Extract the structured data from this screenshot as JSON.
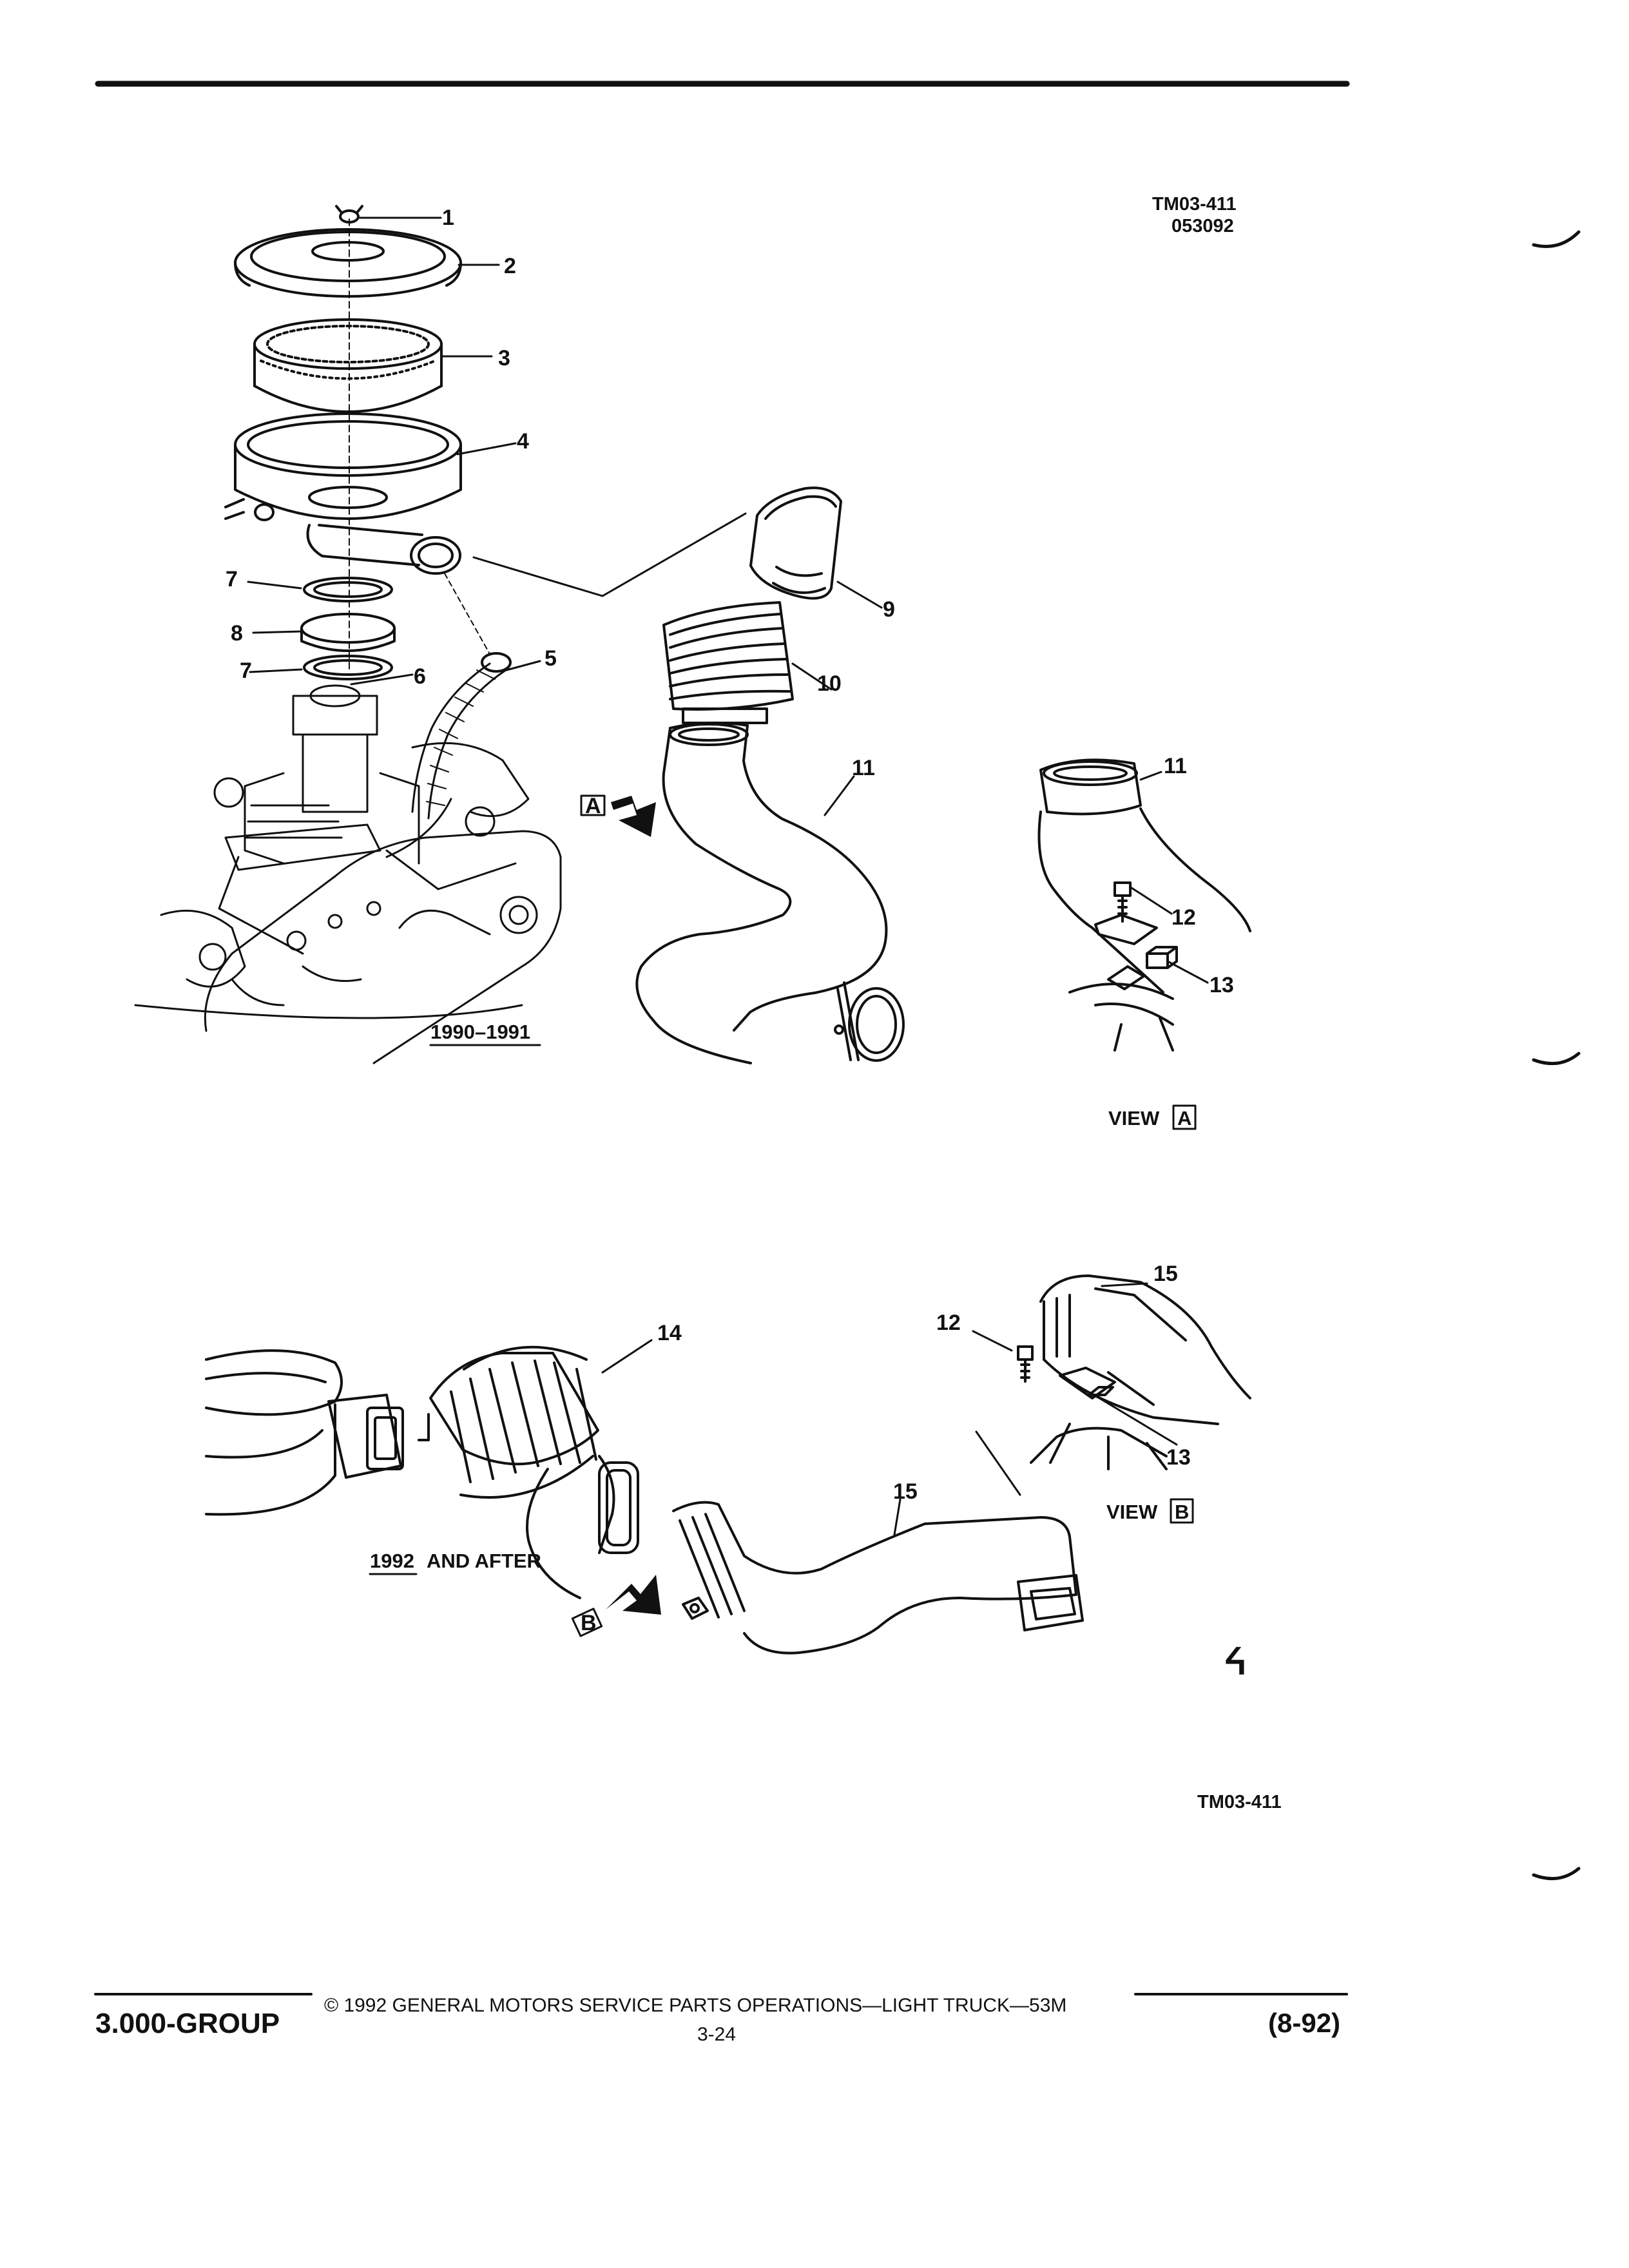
{
  "reference": {
    "top_code": "TM03-411",
    "top_date": "053092",
    "bottom_code": "TM03-411"
  },
  "captions": {
    "upper_years": "1990–1991",
    "lower_year": "1992",
    "lower_suffix": "AND AFTER",
    "view_word": "VIEW",
    "view_a": "A",
    "view_b": "B",
    "arrow_a": "A",
    "arrow_b": "B"
  },
  "callouts": [
    "1",
    "2",
    "3",
    "4",
    "5",
    "6",
    "7",
    "8",
    "7",
    "9",
    "10",
    "11",
    "11",
    "12",
    "13",
    "14",
    "15",
    "12",
    "13",
    "15"
  ],
  "footer": {
    "group": "3.000-GROUP",
    "copyright": "© 1992 GENERAL MOTORS SERVICE PARTS OPERATIONS—LIGHT TRUCK—53M",
    "page": "3-24",
    "date": "(8-92)"
  },
  "mark": "ᔦ"
}
